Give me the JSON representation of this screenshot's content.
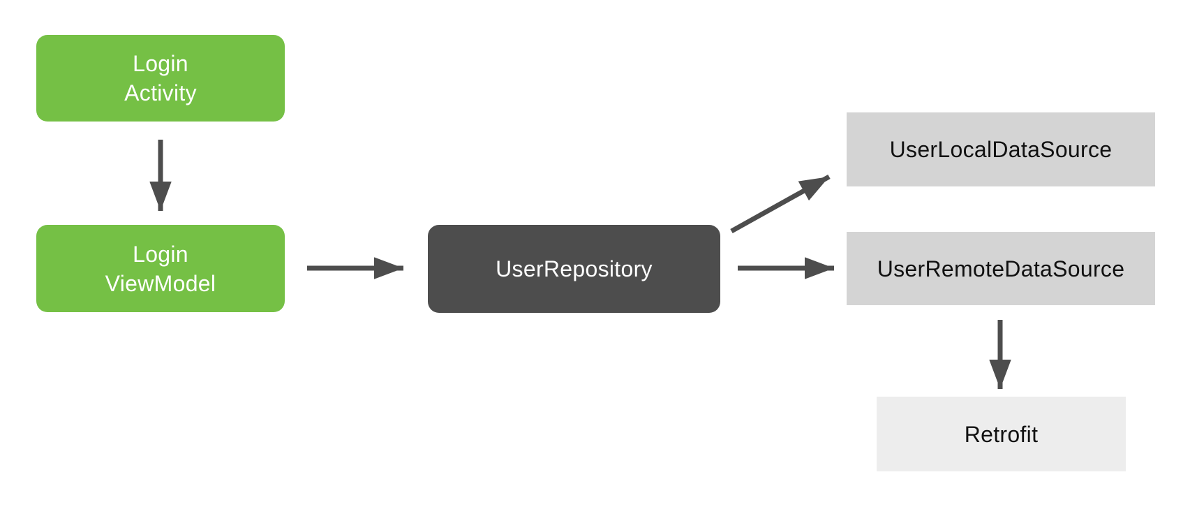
{
  "diagram": {
    "nodes": {
      "login_activity": {
        "label": "Login\nActivity",
        "fill": "#75C045",
        "text_color": "#FFFFFF"
      },
      "login_viewmodel": {
        "label": "Login\nViewModel",
        "fill": "#75C045",
        "text_color": "#FFFFFF"
      },
      "user_repository": {
        "label": "UserRepository",
        "fill": "#4D4D4D",
        "text_color": "#FFFFFF"
      },
      "user_local_data_source": {
        "label": "UserLocalDataSource",
        "fill": "#D4D4D4",
        "text_color": "#111111"
      },
      "user_remote_data_source": {
        "label": "UserRemoteDataSource",
        "fill": "#D4D4D4",
        "text_color": "#111111"
      },
      "retrofit": {
        "label": "Retrofit",
        "fill": "#EDEDED",
        "text_color": "#111111"
      }
    },
    "edges": [
      {
        "from": "login_activity",
        "to": "login_viewmodel"
      },
      {
        "from": "login_viewmodel",
        "to": "user_repository"
      },
      {
        "from": "user_repository",
        "to": "user_local_data_source"
      },
      {
        "from": "user_repository",
        "to": "user_remote_data_source"
      },
      {
        "from": "user_remote_data_source",
        "to": "retrofit"
      }
    ],
    "colors": {
      "arrow": "#4D4D4D",
      "background": "#FFFFFF"
    }
  }
}
